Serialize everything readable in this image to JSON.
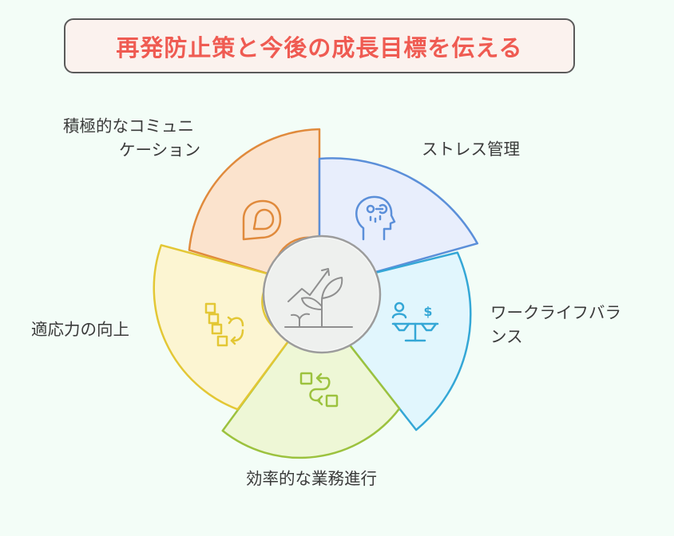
{
  "title": "再発防止策と今後の成長目標を伝える",
  "segments": [
    {
      "id": "communication",
      "label_lines": [
        "積極的なコミュニ",
        "ケーション"
      ],
      "icon": "chat-bubble-icon",
      "color": "#e08a3c",
      "fill": "#fbe3cd"
    },
    {
      "id": "stress",
      "label_lines": [
        "ストレス管理"
      ],
      "icon": "head-rain-icon",
      "color": "#5b8fd9",
      "fill": "#e8eefc"
    },
    {
      "id": "work-life",
      "label_lines": [
        "ワークライフバラ",
        "ンス"
      ],
      "icon": "balance-scale-icon",
      "color": "#34a7d6",
      "fill": "#e1f6fd"
    },
    {
      "id": "efficiency",
      "label_lines": [
        "効率的な業務進行"
      ],
      "icon": "workflow-icon",
      "color": "#9cc23e",
      "fill": "#eef7d6"
    },
    {
      "id": "adaptability",
      "label_lines": [
        "適応力の向上"
      ],
      "icon": "blocks-icon",
      "color": "#e3c735",
      "fill": "#fcf5d2"
    }
  ],
  "center": {
    "icon": "growth-plant-icon",
    "color": "#8f8f8f"
  }
}
